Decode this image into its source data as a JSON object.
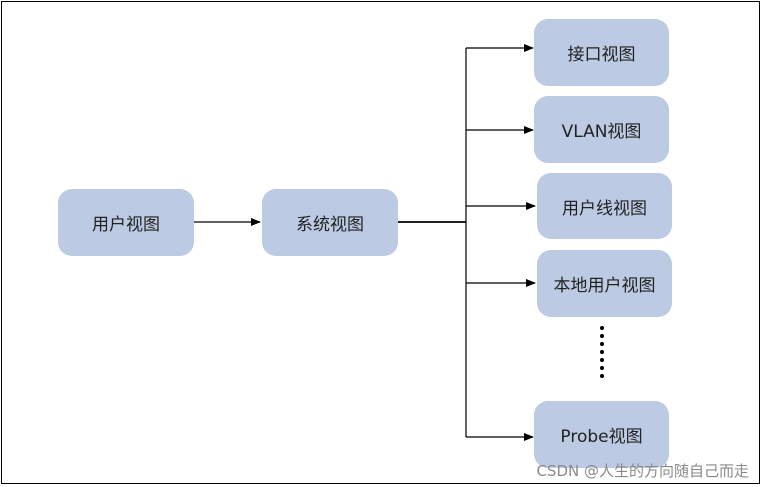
{
  "diagram": {
    "nodes": {
      "user_view": "用户视图",
      "system_view": "系统视图",
      "interface_view": "接口视图",
      "vlan_view": "VLAN视图",
      "user_line_view": "用户线视图",
      "local_user_view": "本地用户视图",
      "probe_view": "Probe视图"
    },
    "ellipsis": "⋮",
    "colors": {
      "node_fill": "#bccbe3",
      "line": "#000000"
    }
  },
  "watermark": "CSDN @人生的方向随自己而走"
}
